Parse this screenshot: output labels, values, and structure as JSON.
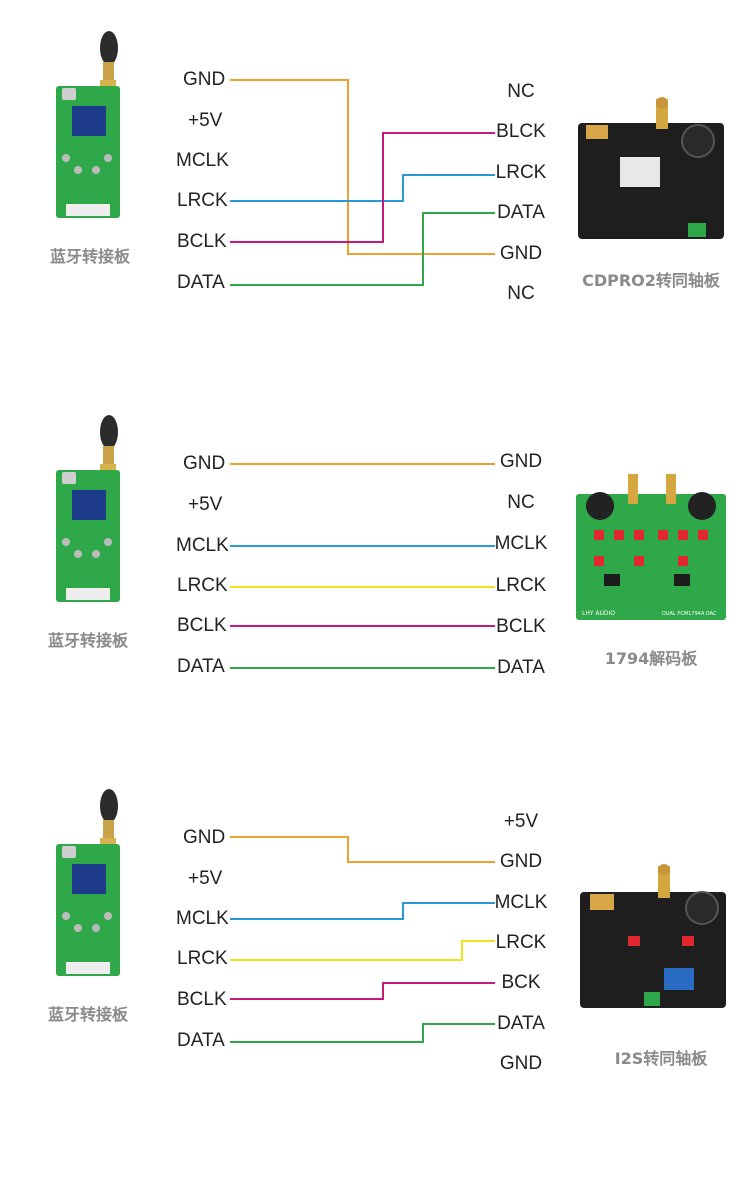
{
  "colors": {
    "gnd": "#f0a030",
    "blue": "#2a9ad6",
    "magenta": "#c8197d",
    "green": "#2fa84a",
    "yellow": "#f2e21a"
  },
  "sections": [
    {
      "left_caption": "蓝牙转接板",
      "right_caption": "CDPRO2转同轴板",
      "left_pins": [
        "GND",
        "+5V",
        "MCLK",
        "LRCK",
        "BCLK",
        "DATA"
      ],
      "right_pins": [
        "NC",
        "BLCK",
        "LRCK",
        "DATA",
        "GND",
        "NC"
      ]
    },
    {
      "left_caption": "蓝牙转接板",
      "right_caption": "1794解码板",
      "left_pins": [
        "GND",
        "+5V",
        "MCLK",
        "LRCK",
        "BCLK",
        "DATA"
      ],
      "right_pins": [
        "GND",
        "NC",
        "MCLK",
        "LRCK",
        "BCLK",
        "DATA"
      ]
    },
    {
      "left_caption": "蓝牙转接板",
      "right_caption": "I2S转同轴板",
      "left_pins": [
        "GND",
        "+5V",
        "MCLK",
        "LRCK",
        "BCLK",
        "DATA"
      ],
      "right_pins": [
        "+5V",
        "GND",
        "MCLK",
        "LRCK",
        "BCK",
        "DATA",
        "GND"
      ]
    }
  ],
  "board_texts": {
    "lhy": "LHY AUDIO",
    "dac": "DUAL PCM1794A DAC"
  }
}
